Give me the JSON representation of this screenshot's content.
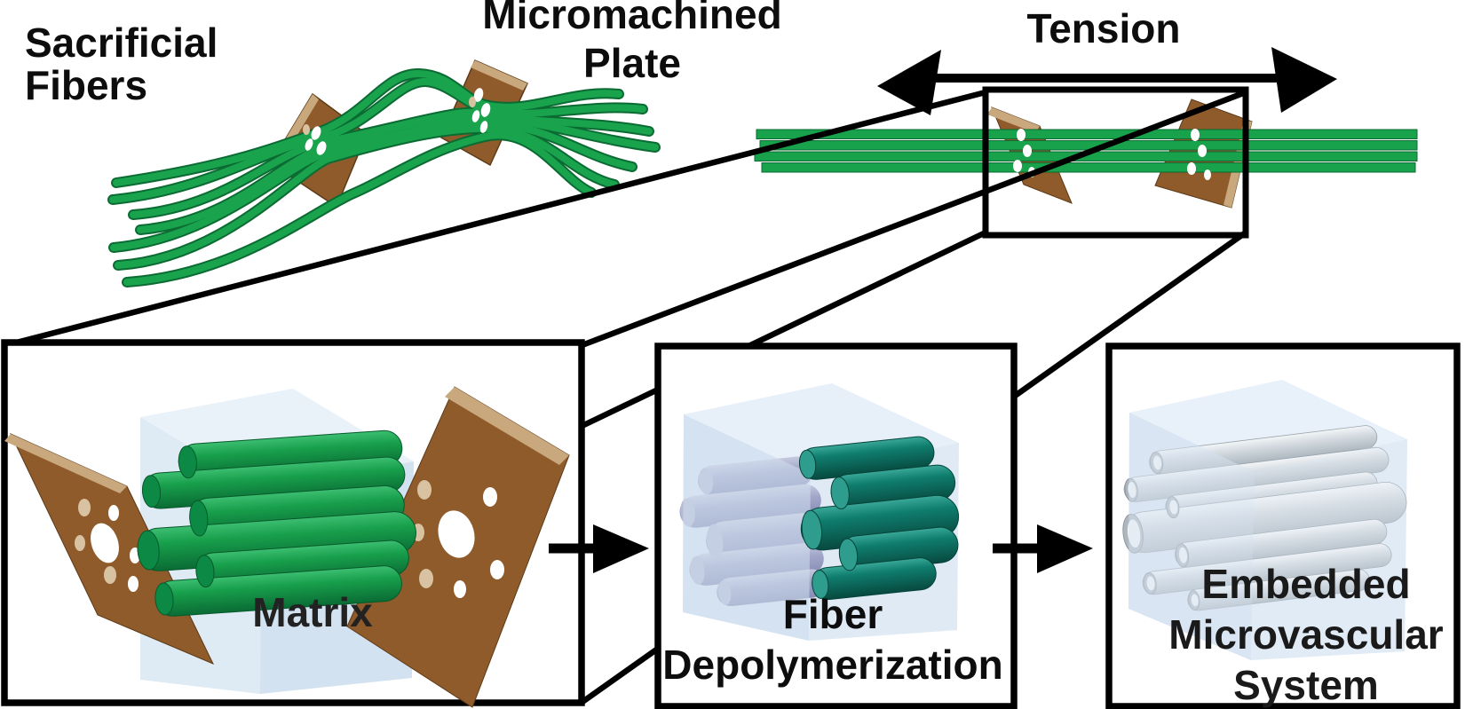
{
  "figure": {
    "annotations": {
      "sacrificial_fibers": {
        "line1": "Sacrificial",
        "line2": "Fibers"
      },
      "micromachined_plate": {
        "line1": "Micromachined",
        "line2": "Plate"
      },
      "tension": {
        "label": "Tension"
      }
    },
    "process_steps": [
      {
        "name": "matrix",
        "label_lines": [
          "Matrix"
        ]
      },
      {
        "name": "fiber-depolymerization",
        "label_lines": [
          "Fiber",
          "Depolymerization"
        ]
      },
      {
        "name": "embedded-microvascular-system",
        "label_lines": [
          "Embedded",
          "Microvascular",
          "System"
        ]
      }
    ]
  },
  "colors": {
    "fiber_green": "#17A24B",
    "fiber_green_dark": "#0B6B33",
    "fiber_teal": "#0F7D6D",
    "fiber_depolymerized_gray": "#A3A8CA",
    "microchannel_gray": "#C9D0D7",
    "plate_brown": "#8F5B2B",
    "plate_edge_tan": "#C9A87D",
    "matrix_cube_blue": "#DCE9F4",
    "outline_black": "#000000",
    "background": "#FFFFFF"
  }
}
